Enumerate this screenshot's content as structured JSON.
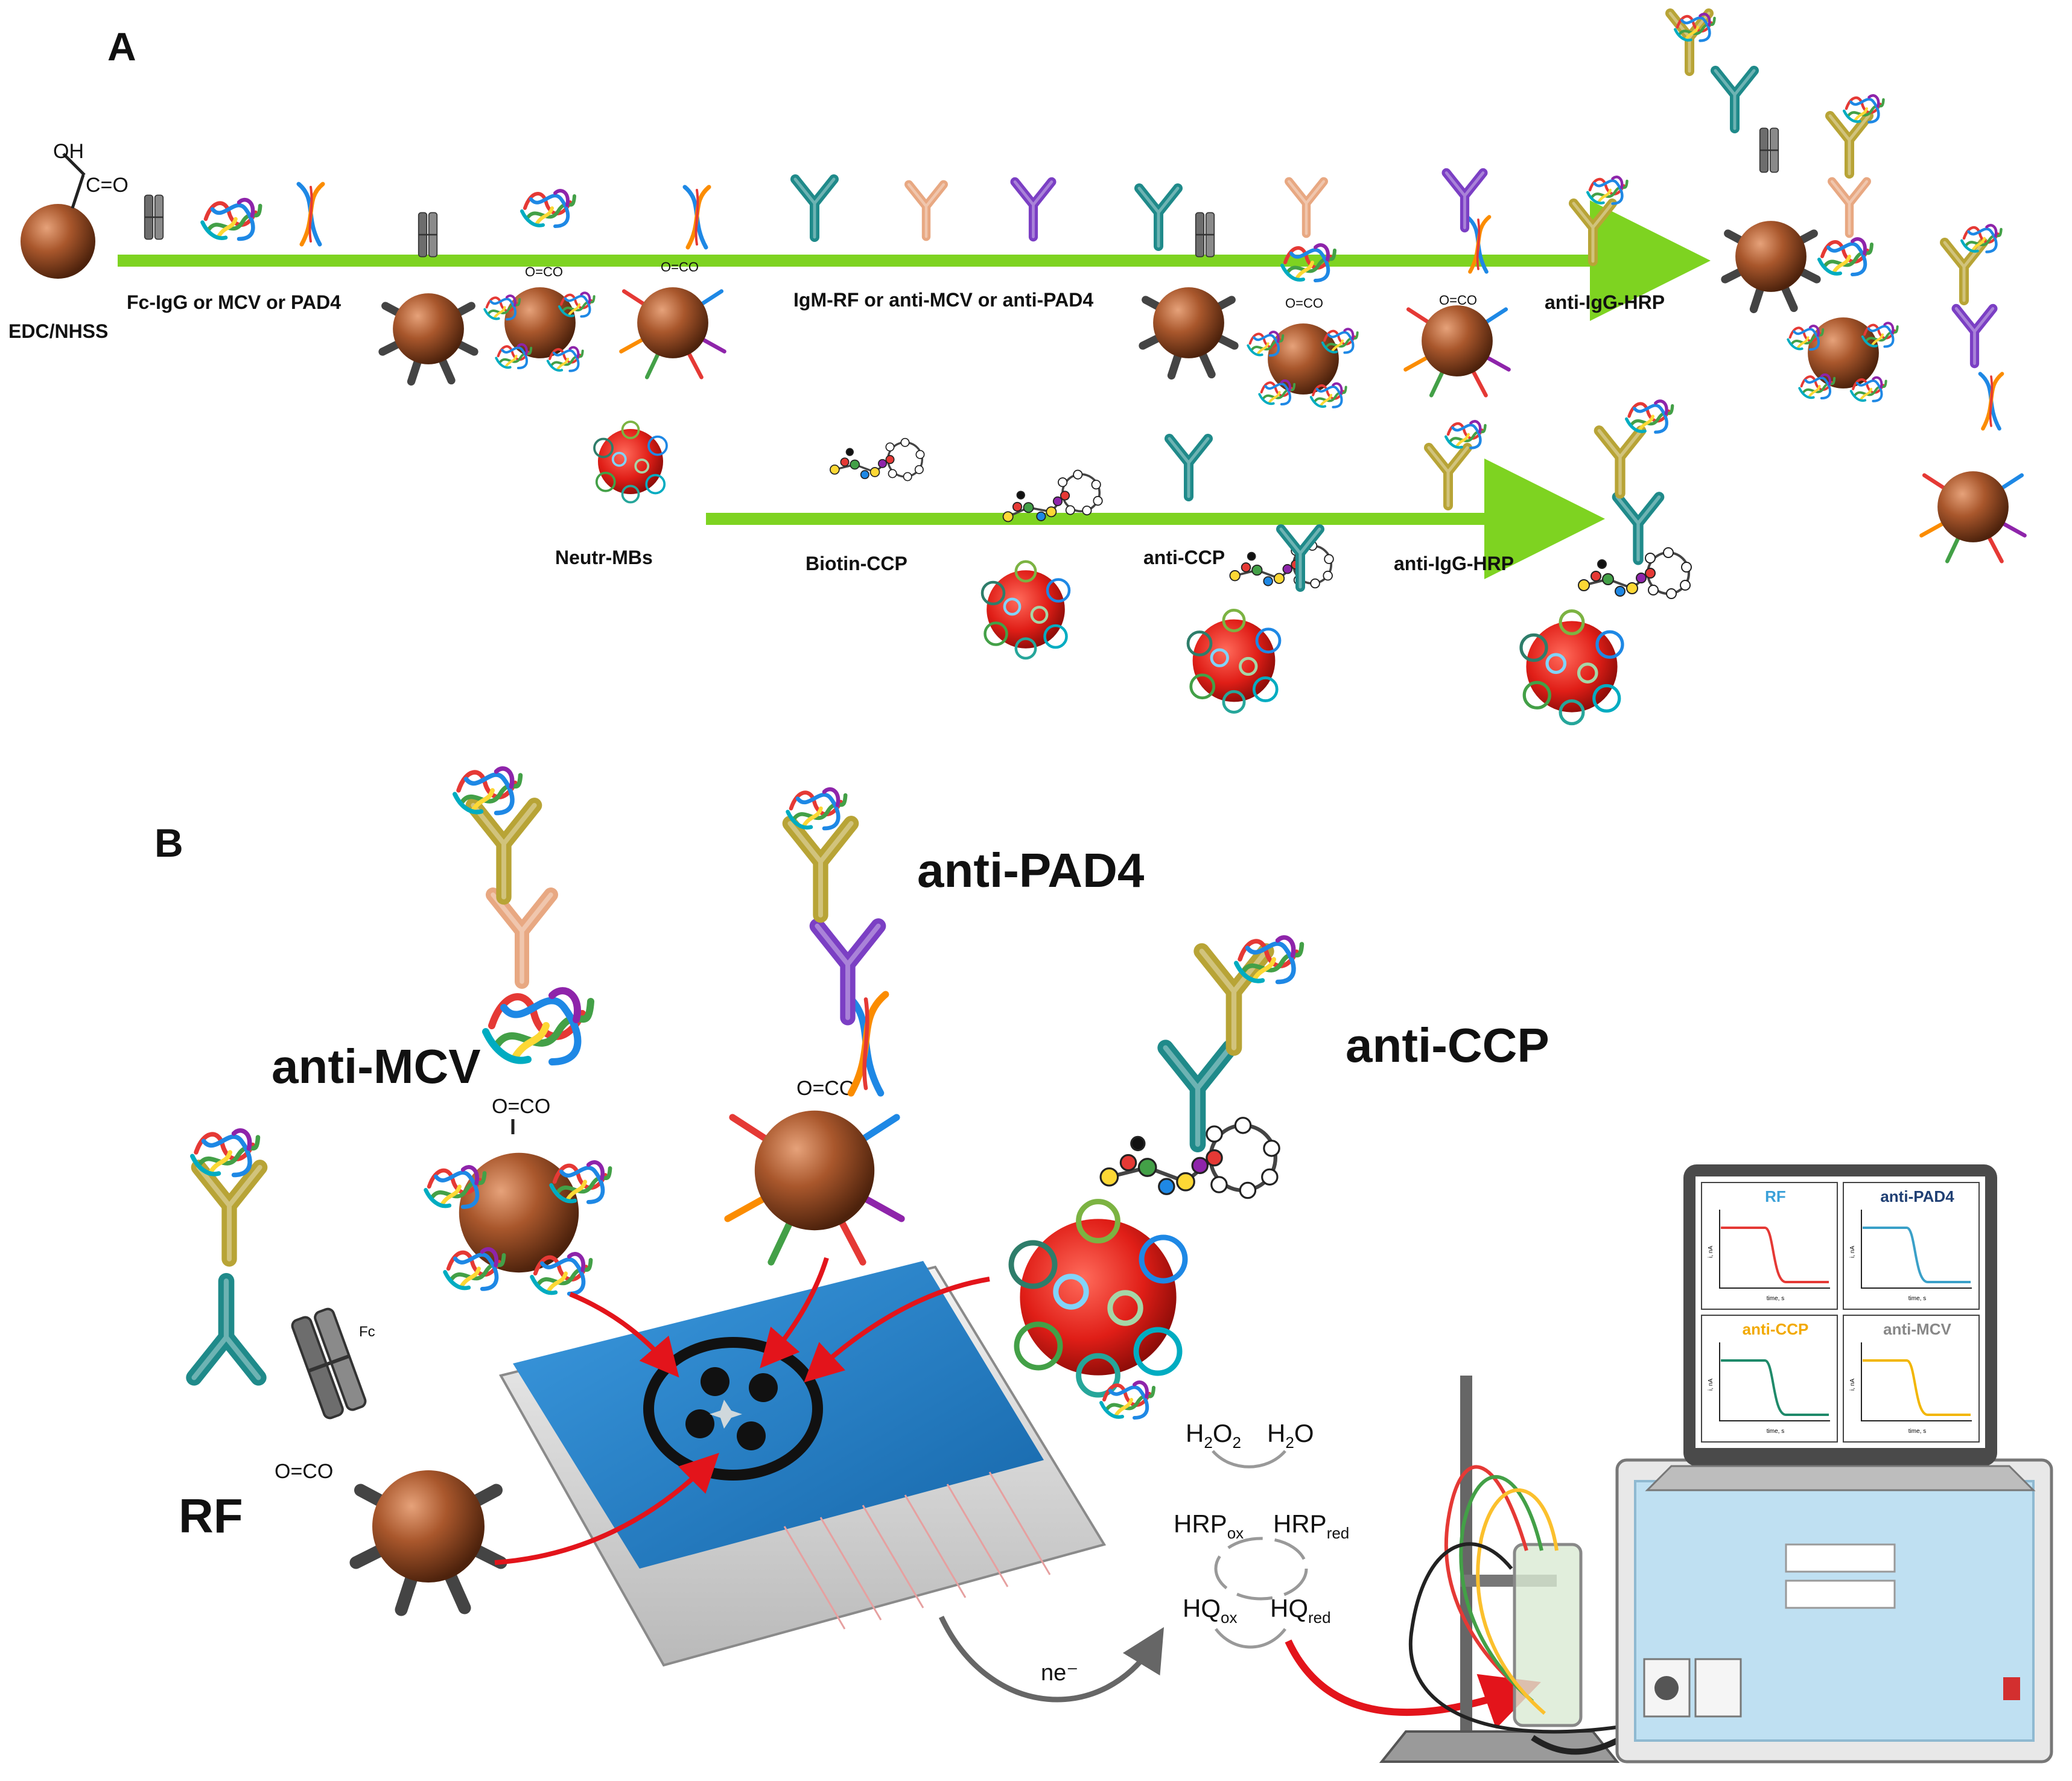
{
  "panel_a": {
    "label": "A",
    "carboxyl_oh": "OH",
    "carboxyl_co": "C=O",
    "reagent_edc": "EDC/NHSS",
    "capture_step": "Fc-IgG or MCV or PAD4",
    "target_step": "IgM-RF or anti-MCV or anti-PAD4",
    "detection_step": "anti-IgG-HRP",
    "neutr_mbs": "Neutr-MBs",
    "biotin_ccp": "Biotin-CCP",
    "anti_ccp": "anti-CCP",
    "detection_step_2": "anti-IgG-HRP",
    "linker": "O=CO"
  },
  "panel_b": {
    "label": "B",
    "anti_mcv": "anti-MCV",
    "anti_pad4": "anti-PAD4",
    "anti_ccp": "anti-CCP",
    "rf": "RF",
    "fc": "Fc",
    "linker": "O=CO",
    "electron": "ne⁻",
    "h2o2_main": "H",
    "h2o2_sub1": "2",
    "h2o2_o": "O",
    "h2o2_sub2": "2",
    "h2o_main": "H",
    "h2o_sub": "2",
    "h2o_o": "O",
    "hrp_ox": "HRP",
    "hrp_ox_sub": "ox",
    "hrp_red": "HRP",
    "hrp_red_sub": "red",
    "hq_ox": "HQ",
    "hq_ox_sub": "ox",
    "hq_red": "HQ",
    "hq_red_sub": "red"
  },
  "screen_panels": [
    {
      "title": "RF",
      "title_color": "#3aa0d8",
      "trace_color": "#e53935",
      "y": "i, nA",
      "x": "time, s"
    },
    {
      "title": "anti-PAD4",
      "title_color": "#1f3f73",
      "trace_color": "#3aa0c8",
      "y": "i, nA",
      "x": "time, s"
    },
    {
      "title": "anti-CCP",
      "title_color": "#f2a900",
      "trace_color": "#1f8a6a",
      "y": "i, nA",
      "x": "time, s"
    },
    {
      "title": "anti-MCV",
      "title_color": "#888888",
      "trace_color": "#f2b600",
      "y": "i, nA",
      "x": "time, s"
    }
  ],
  "colors": {
    "arrow_green": "#7ed321",
    "bead_brown": "#a0522d",
    "neutr_red": "#e0201a",
    "igg_yellow": "#b8a436",
    "teal": "#1f8a8a",
    "red_arrow": "#e3141b",
    "electrode_blue": "#1f7fc4"
  },
  "icons": [
    "magnetic-bead",
    "antibody",
    "protein-ribbon",
    "laptop",
    "potentiostat",
    "screen-printed-electrode"
  ]
}
